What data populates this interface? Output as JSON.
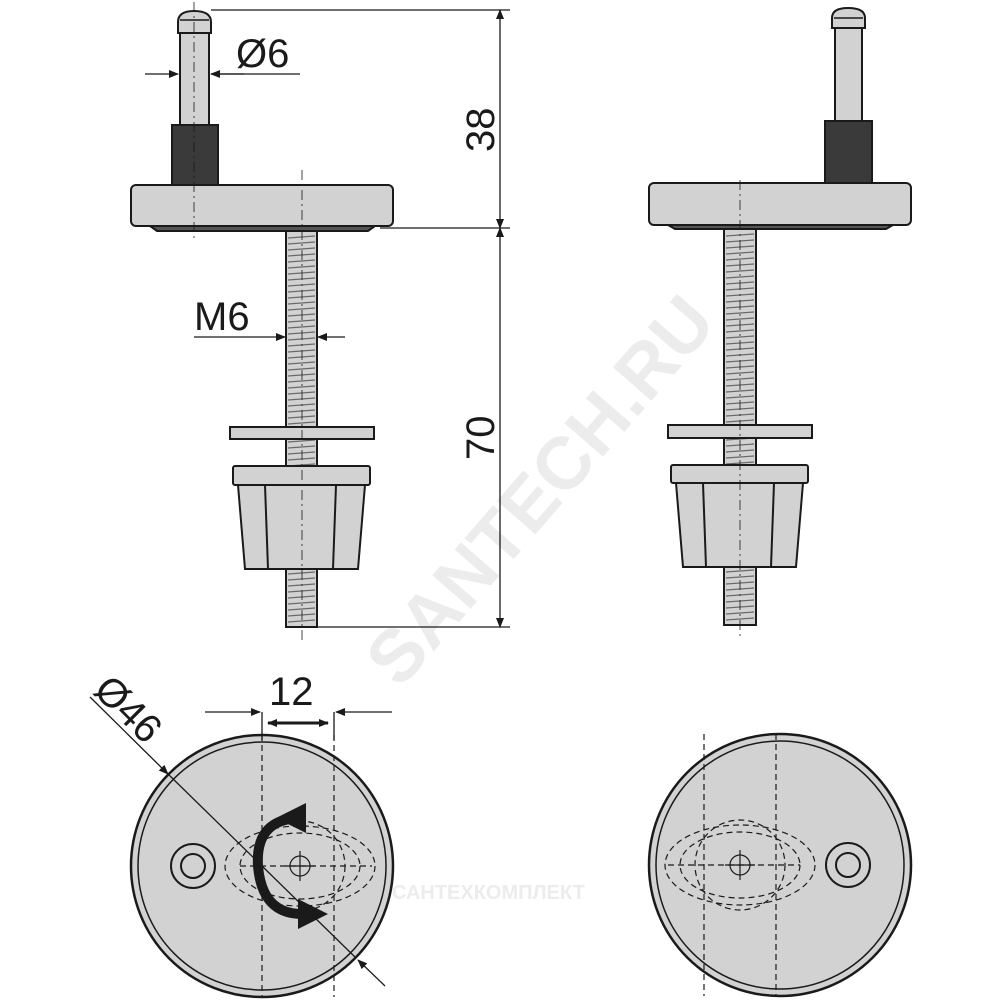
{
  "dimensions": {
    "pin_diameter": "Ø6",
    "pin_height": "38",
    "thread": "M6",
    "bolt_length": "70",
    "base_diameter": "Ø46",
    "adjust_range": "12"
  },
  "watermarks": {
    "main": "SANTECH.RU",
    "company": "САНТЕХКОМПЛЕКТ"
  },
  "colors": {
    "metal": "#d2d2d2",
    "dark_sleeve": "#3a3a3a",
    "outline": "#1a1a1a"
  }
}
